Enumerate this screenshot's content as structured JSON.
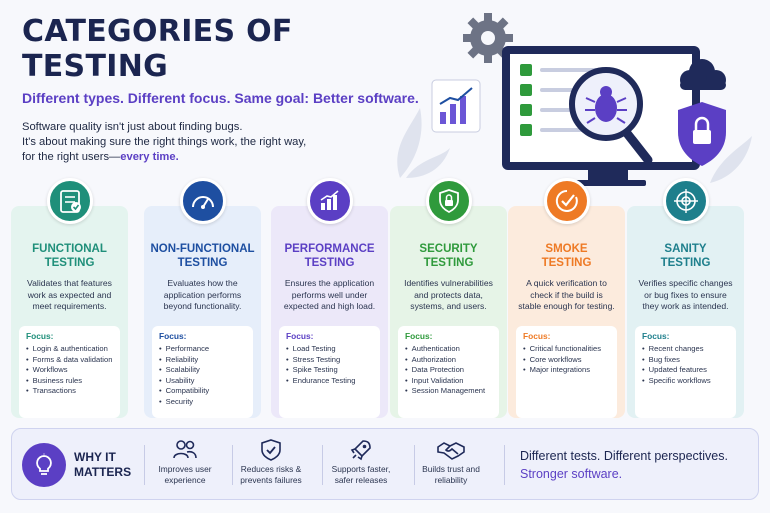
{
  "header": {
    "title": "CATEGORIES OF TESTING",
    "subtitle": "Different types. Different focus. Same goal: Better software.",
    "intro_line1": "Software quality isn't just about finding bugs.",
    "intro_line2": "It's about making sure the right things work, the right way,",
    "intro_line3": "for the right users—",
    "intro_highlight": "every time."
  },
  "cards": [
    {
      "title_line1": "FUNCTIONAL",
      "title_line2": "TESTING",
      "desc_line1": "Validates that features",
      "desc_line2": "work as expected and",
      "desc_line3": "meet requirements.",
      "focus_label": "Focus:",
      "focus": [
        "Login & authentication",
        "Forms & data validation",
        "Workflows",
        "Business rules",
        "Transactions"
      ],
      "icon": "checklist-icon",
      "color": "#1f8f7a",
      "bg": "#e4f4ef"
    },
    {
      "title_line1": "NON-FUNCTIONAL",
      "title_line2": "TESTING",
      "desc_line1": "Evaluates how the",
      "desc_line2": "application performs",
      "desc_line3": "beyond functionality.",
      "focus_label": "Focus:",
      "focus": [
        "Performance",
        "Reliability",
        "Scalability",
        "Usability",
        "Compatibility",
        "Security"
      ],
      "icon": "gauge-icon",
      "color": "#1e4fa1",
      "bg": "#e6eefa"
    },
    {
      "title_line1": "PERFORMANCE",
      "title_line2": "TESTING",
      "desc_line1": "Ensures the application",
      "desc_line2": "performs well under",
      "desc_line3": "expected and high load.",
      "focus_label": "Focus:",
      "focus": [
        "Load Testing",
        "Stress Testing",
        "Spike Testing",
        "Endurance Testing"
      ],
      "icon": "bar-chart-icon",
      "color": "#5b3fc4",
      "bg": "#ece8f9"
    },
    {
      "title_line1": "SECURITY",
      "title_line2": "TESTING",
      "desc_line1": "Identifies vulnerabilities",
      "desc_line2": "and protects data,",
      "desc_line3": "systems, and users.",
      "focus_label": "Focus:",
      "focus": [
        "Authentication",
        "Authorization",
        "Data Protection",
        "Input Validation",
        "Session Management"
      ],
      "icon": "shield-lock-icon",
      "color": "#2f9a3c",
      "bg": "#e6f4e7"
    },
    {
      "title_line1": "SMOKE",
      "title_line2": "TESTING",
      "desc_line1": "A quick verification to",
      "desc_line2": "check if the build is",
      "desc_line3": "stable enough for testing.",
      "focus_label": "Focus:",
      "focus": [
        "Critical functionalities",
        "Core workflows",
        "Major integrations"
      ],
      "icon": "check-circle-icon",
      "color": "#ee7a25",
      "bg": "#fcebdd"
    },
    {
      "title_line1": "SANITY",
      "title_line2": "TESTING",
      "desc_line1": "Verifies specific changes",
      "desc_line2": "or bug fixes to ensure",
      "desc_line3": "they work as intended.",
      "focus_label": "Focus:",
      "focus": [
        "Recent changes",
        "Bug fixes",
        "Updated features",
        "Specific workflows"
      ],
      "icon": "target-icon",
      "color": "#1e7f8c",
      "bg": "#e2f1f3"
    }
  ],
  "footer": {
    "why_line1": "WHY IT",
    "why_line2": "MATTERS",
    "items": [
      {
        "line1": "Improves user",
        "line2": "experience",
        "icon": "users-icon"
      },
      {
        "line1": "Reduces risks &",
        "line2": "prevents failures",
        "icon": "shield-check-icon"
      },
      {
        "line1": "Supports faster,",
        "line2": "safer releases",
        "icon": "rocket-icon"
      },
      {
        "line1": "Builds trust and",
        "line2": "reliability",
        "icon": "handshake-icon"
      }
    ],
    "closing_line1": "Different tests. Different perspectives.",
    "closing_line2": "Stronger software."
  },
  "colors": {
    "title": "#1b2550",
    "accent": "#5b3fc4"
  }
}
